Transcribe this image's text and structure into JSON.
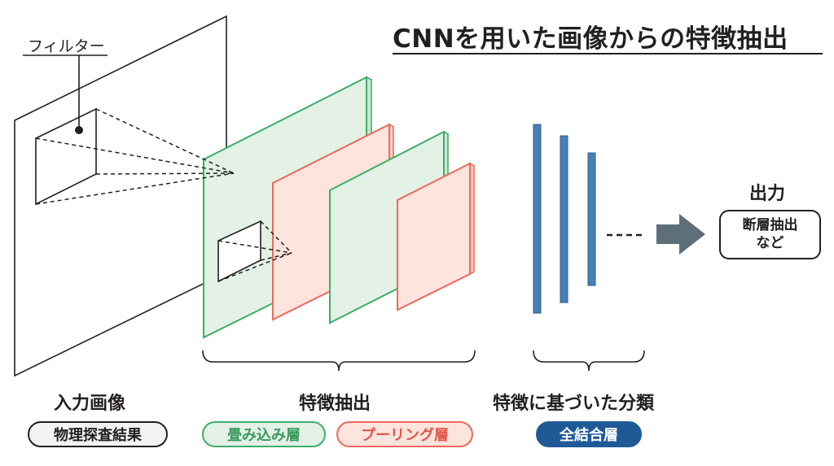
{
  "title": "CNNを用いた画像からの特徴抽出",
  "filter_label": "フィルター",
  "sections": {
    "input": "入力画像",
    "feature_extraction": "特徴抽出",
    "classification": "特徴に基づいた分類"
  },
  "pills": {
    "input": "物理探査結果",
    "convolution": "畳み込み層",
    "pooling": "プーリング層",
    "fully_connected": "全結合層"
  },
  "output": {
    "title": "出力",
    "line1": "断層抽出",
    "line2": "など"
  },
  "colors": {
    "green_fill": "#e3f1e6",
    "green_stroke": "#3fae68",
    "red_fill": "#fde4dd",
    "red_stroke": "#ec6a5c",
    "blue_bar": "#4a7fb5",
    "blue_pill": "#1f5a96",
    "arrow": "#5d6f7a"
  }
}
